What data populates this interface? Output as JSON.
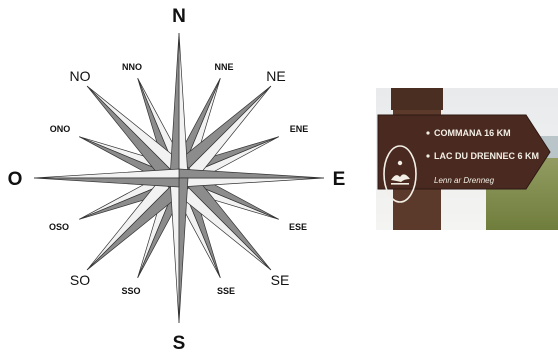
{
  "compass": {
    "directions": {
      "n": "N",
      "nne": "NNE",
      "ne": "NE",
      "ene": "ENE",
      "e": "E",
      "ese": "ESE",
      "se": "SE",
      "sse": "SSE",
      "s": "S",
      "sso": "SSO",
      "so": "SO",
      "oso": "OSO",
      "o": "O",
      "ono": "ONO",
      "no": "NO",
      "nno": "NNO"
    },
    "colors": {
      "light": "#f2f2f2",
      "dark": "#8c8c8c",
      "stroke": "#333333"
    }
  },
  "sign": {
    "line1": "COMMANA 16 KM",
    "line2": "LAC DU DRENNEC 6 KM",
    "line3": "Lenn ar Drenneg",
    "colors": {
      "board": "#4a2a20",
      "text": "#f3efe6"
    }
  }
}
